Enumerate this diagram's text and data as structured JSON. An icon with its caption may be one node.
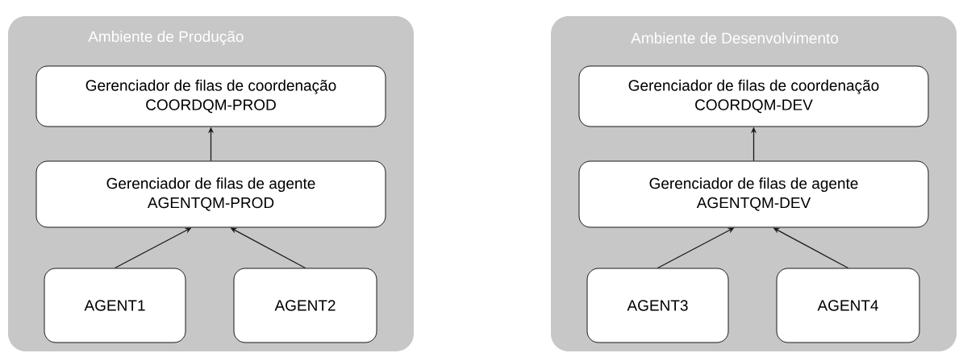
{
  "diagram": {
    "nodes": [
      {
        "text": [
          "Ambiente de Produção"
        ]
      },
      {
        "text": [
          "Gerenciador de filas de coordenação",
          "COORDQM-PROD"
        ],
        "in": 0
      },
      {
        "text": [
          "Gerenciador de filas de agente",
          "AGENTQM-PROD"
        ],
        "in": 0
      },
      {
        "text": [
          "AGENT1"
        ],
        "in": 0
      },
      {
        "text": [
          "AGENT2"
        ],
        "in": 0
      },
      {
        "text": [
          "Ambiente de Desenvolvimento"
        ]
      },
      {
        "text": [
          "Gerenciador de filas de coordenação",
          "COORDQM-DEV"
        ],
        "in": 5
      },
      {
        "text": [
          "Gerenciador de filas de agente",
          "AGENTQM-DEV"
        ],
        "in": 5
      },
      {
        "text": [
          "AGENT3"
        ],
        "in": 5
      },
      {
        "text": [
          "AGENT4"
        ],
        "in": 5
      }
    ],
    "edges": [
      {
        "from": 2,
        "to": 1,
        "arrow": "to"
      },
      {
        "from": 3,
        "to": 2,
        "arrow": "to"
      },
      {
        "from": 4,
        "to": 2,
        "arrow": "to"
      },
      {
        "from": 7,
        "to": 6,
        "arrow": "to"
      },
      {
        "from": 8,
        "to": 7,
        "arrow": "to"
      },
      {
        "from": 9,
        "to": 7,
        "arrow": "to"
      }
    ]
  }
}
